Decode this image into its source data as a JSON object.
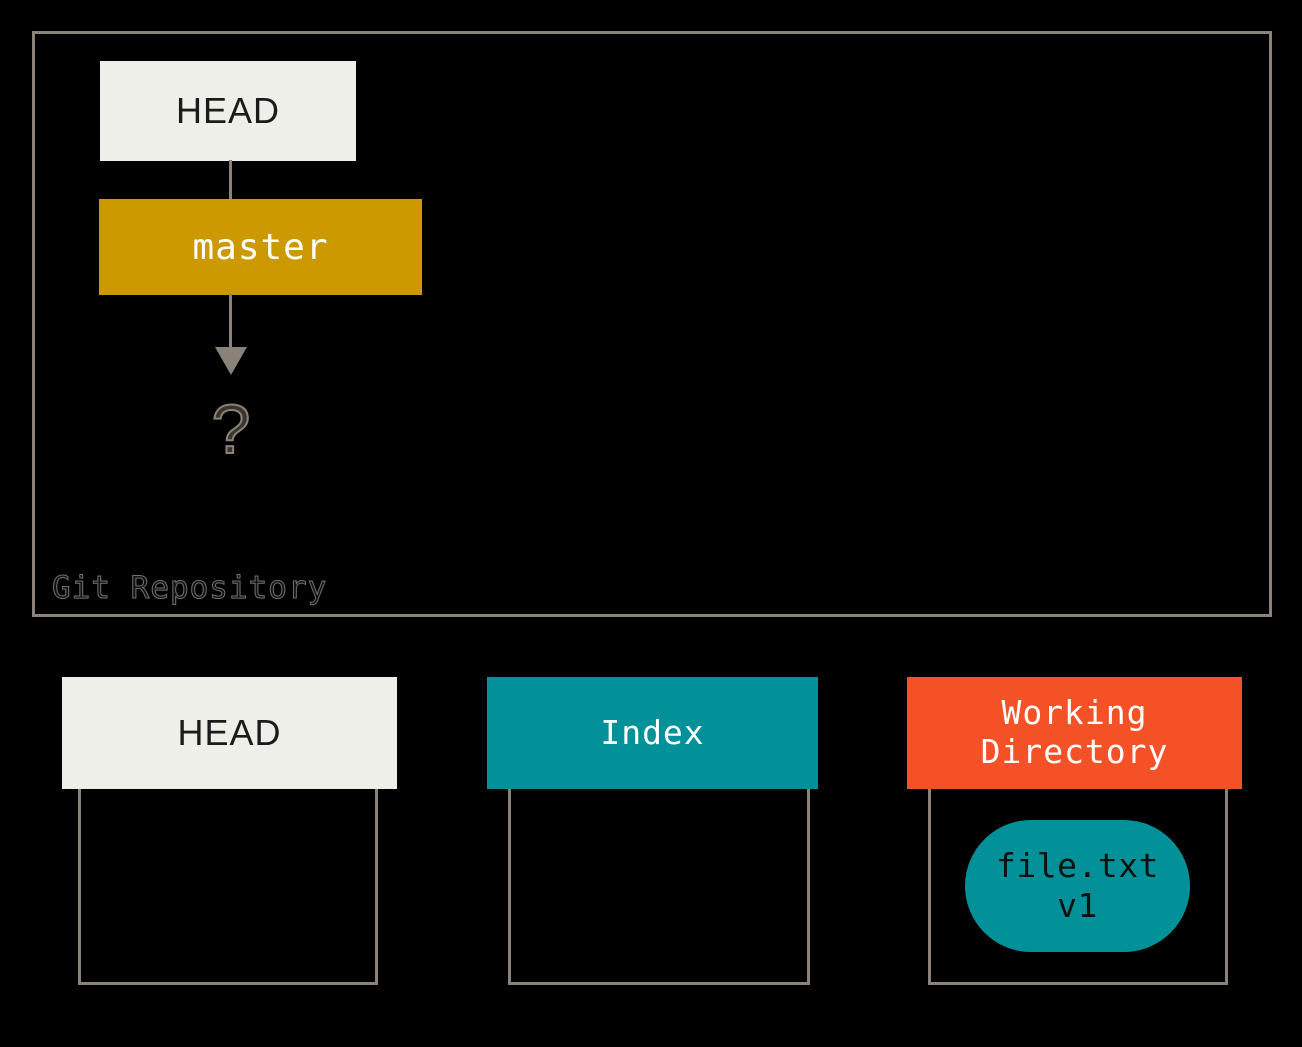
{
  "diagram": {
    "title": "Git three-trees state diagram",
    "colors": {
      "background": "#000000",
      "border_gray": "#8a8279",
      "cream": "#efefe9",
      "gold": "#cc9a00",
      "teal": "#029199",
      "orange": "#f55127",
      "white": "#ffffff",
      "dark_text": "#1b1b1b"
    }
  },
  "repository": {
    "label": "Git Repository",
    "head_ref": {
      "label": "HEAD"
    },
    "branch": {
      "label": "master"
    },
    "unknown_commit": {
      "label": "?"
    },
    "connectors": [
      {
        "from": "HEAD",
        "to": "master",
        "arrow": false
      },
      {
        "from": "master",
        "to": "?",
        "arrow": true
      }
    ]
  },
  "areas": [
    {
      "name": "head",
      "header": "HEAD",
      "items": []
    },
    {
      "name": "index",
      "header": "Index",
      "items": []
    },
    {
      "name": "working-directory",
      "header_line1": "Working",
      "header_line2": "Directory",
      "items": [
        {
          "file": "file.txt",
          "version": "v1"
        }
      ]
    }
  ]
}
